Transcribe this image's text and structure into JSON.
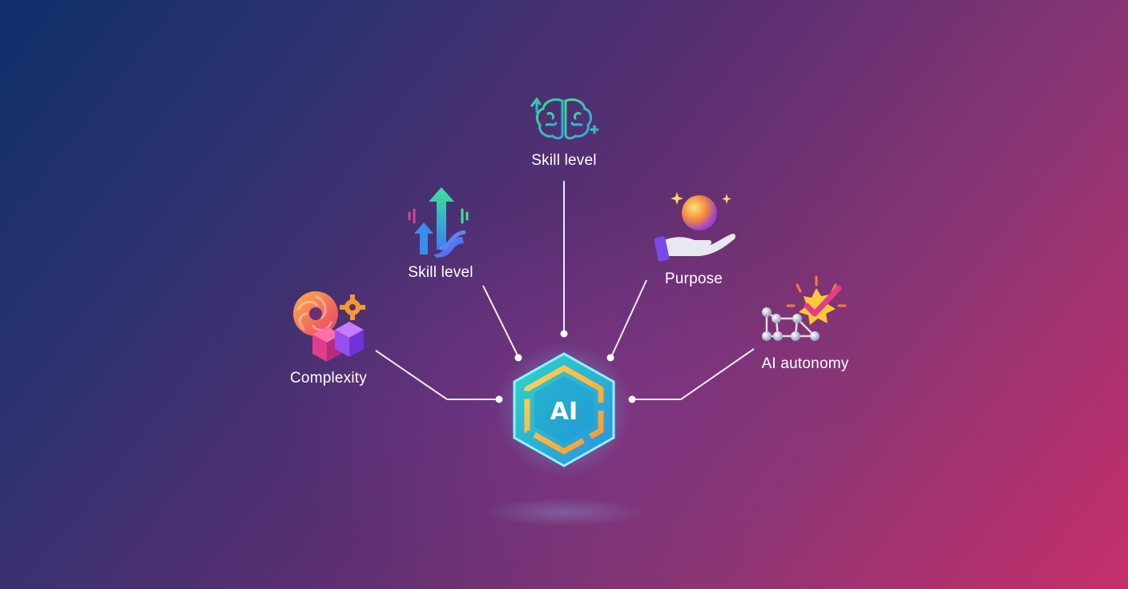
{
  "hub": {
    "label": "AI"
  },
  "nodes": {
    "top": {
      "label": "Skill level",
      "icon": "brain-icon"
    },
    "upper_left": {
      "label": "Skill level",
      "icon": "growth-arrows-icon"
    },
    "upper_right": {
      "label": "Purpose",
      "icon": "hand-holding-sphere-icon"
    },
    "left": {
      "label": "Complexity",
      "icon": "cubes-and-gear-icon"
    },
    "right": {
      "label": "AI autonomy",
      "icon": "network-checkmark-icon"
    }
  },
  "colors": {
    "background_start": "#0f2f6b",
    "background_end": "#c52f6b",
    "connector": "#ffffff",
    "label": "#ffffff",
    "hub_fill": "#1fb7c9",
    "hub_ring": "#f5b93c"
  }
}
